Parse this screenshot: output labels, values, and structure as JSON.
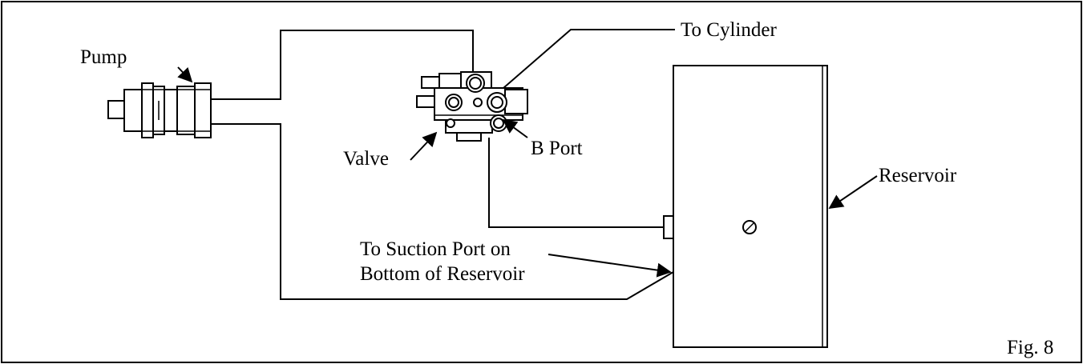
{
  "diagram": {
    "labels": {
      "pump": "Pump",
      "to_cylinder": "To Cylinder",
      "valve": "Valve",
      "b_port": "B Port",
      "reservoir": "Reservoir",
      "suction_line1": "To Suction Port on",
      "suction_line2": "Bottom of Reservoir",
      "figure": "Fig. 8"
    }
  }
}
